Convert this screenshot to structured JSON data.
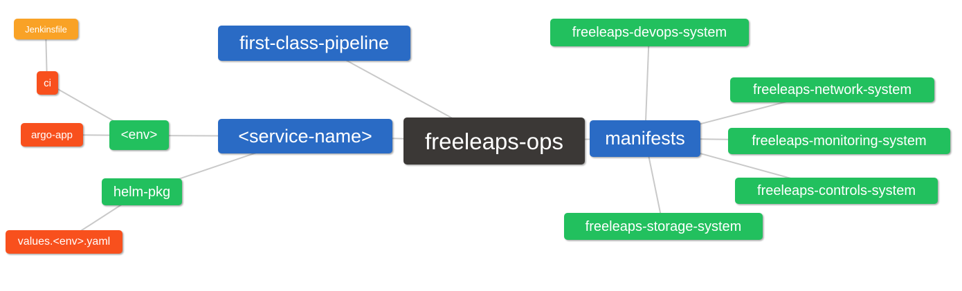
{
  "diagram": {
    "type": "mindmap",
    "root": "freeleaps-ops",
    "edge_color": "#c9c9c9",
    "palette": {
      "blue": "#2a6bc5",
      "green": "#22c05e",
      "orange": "#f9a226",
      "red": "#f8501d",
      "dark": "#3b3836"
    },
    "nodes": {
      "jenkinsfile": {
        "label": "Jenkinsfile",
        "color": "orange"
      },
      "ci": {
        "label": "ci",
        "color": "red"
      },
      "argo_app": {
        "label": "argo-app",
        "color": "red"
      },
      "env": {
        "label": "<env>",
        "color": "green"
      },
      "service_name": {
        "label": "<service-name>",
        "color": "blue"
      },
      "first_class_pipeline": {
        "label": "first-class-pipeline",
        "color": "blue"
      },
      "freeleaps_ops": {
        "label": "freeleaps-ops",
        "color": "dark"
      },
      "manifests": {
        "label": "manifests",
        "color": "blue"
      },
      "devops_system": {
        "label": "freeleaps-devops-system",
        "color": "green"
      },
      "network_system": {
        "label": "freeleaps-network-system",
        "color": "green"
      },
      "monitoring_system": {
        "label": "freeleaps-monitoring-system",
        "color": "green"
      },
      "controls_system": {
        "label": "freeleaps-controls-system",
        "color": "green"
      },
      "storage_system": {
        "label": "freeleaps-storage-system",
        "color": "green"
      },
      "helm_pkg": {
        "label": "helm-pkg",
        "color": "green"
      },
      "values_env_yaml": {
        "label": "values.<env>.yaml",
        "color": "red"
      }
    },
    "edges": [
      [
        "jenkinsfile",
        "ci"
      ],
      [
        "ci",
        "env"
      ],
      [
        "argo_app",
        "env"
      ],
      [
        "env",
        "service_name"
      ],
      [
        "helm_pkg",
        "service_name"
      ],
      [
        "values_env_yaml",
        "helm_pkg"
      ],
      [
        "first_class_pipeline",
        "freeleaps_ops"
      ],
      [
        "service_name",
        "freeleaps_ops"
      ],
      [
        "freeleaps_ops",
        "manifests"
      ],
      [
        "manifests",
        "devops_system"
      ],
      [
        "manifests",
        "network_system"
      ],
      [
        "manifests",
        "monitoring_system"
      ],
      [
        "manifests",
        "controls_system"
      ],
      [
        "manifests",
        "storage_system"
      ]
    ]
  }
}
